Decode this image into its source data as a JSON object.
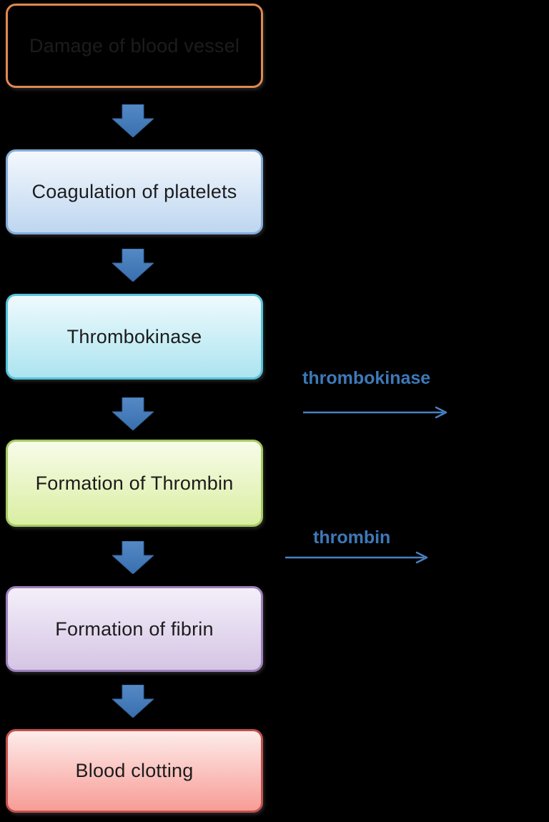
{
  "flowchart": {
    "boxes": [
      {
        "label": "Damage of blood vessel",
        "border": "#e1894f",
        "fill_top": "#fdf3e5",
        "fill_bottom": "#fbbа7e"
      },
      {
        "label": "Coagulation of platelets",
        "border": "#86abd9",
        "fill_top": "#f3f8fd",
        "fill_bottom": "#bed6f0"
      },
      {
        "label": "Thrombokinase",
        "border": "#56c2da",
        "fill_top": "#eefafd",
        "fill_bottom": "#ace4f0"
      },
      {
        "label": "Formation of Thrombin",
        "border": "#a5ca62",
        "fill_top": "#f8fce9",
        "fill_bottom": "#daeea2"
      },
      {
        "label": "Formation of fibrin",
        "border": "#9c81ba",
        "fill_top": "#f4eff9",
        "fill_bottom": "#d5c5e5"
      },
      {
        "label": "Blood clotting",
        "border": "#c0504d",
        "fill_top": "#fdecea",
        "fill_bottom": "#f89c96"
      }
    ],
    "side_annotations": [
      {
        "text": "thrombokinase"
      },
      {
        "text": "thrombin"
      }
    ],
    "icons": {
      "down_arrow": "block-down-arrow",
      "side_arrow": "right-arrow"
    },
    "colors": {
      "background": "#000000",
      "box_text": "#1c1c1c",
      "arrow_fill_light": "#5489c6",
      "arrow_fill_dark": "#3a6fae",
      "arrow_outline": "#35649c",
      "side_label_text": "#3d79b8",
      "side_arrow_stroke": "#4a80c0"
    }
  }
}
